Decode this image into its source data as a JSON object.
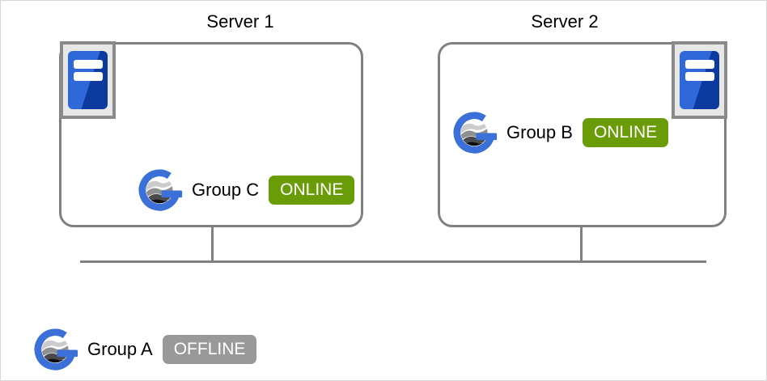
{
  "diagram": {
    "servers": [
      {
        "title": "Server 1",
        "icon": "server-tower-icon",
        "group": {
          "name": "Group C",
          "status": "ONLINE"
        }
      },
      {
        "title": "Server 2",
        "icon": "server-tower-icon",
        "group": {
          "name": "Group B",
          "status": "ONLINE"
        }
      }
    ],
    "external_group": {
      "name": "Group A",
      "status": "OFFLINE"
    },
    "colors": {
      "canvas_border": "#d6d6d6",
      "box_border": "#808080",
      "line": "#808080",
      "online_badge": "#699c06",
      "offline_badge": "#999999",
      "logo_blue": "#3b70d8",
      "tower_blue_light": "#2f68d9",
      "tower_blue_dark": "#0c3a9e",
      "icon_plate_bg": "#e7e7e7",
      "icon_plate_border": "#8a8a8a"
    }
  }
}
